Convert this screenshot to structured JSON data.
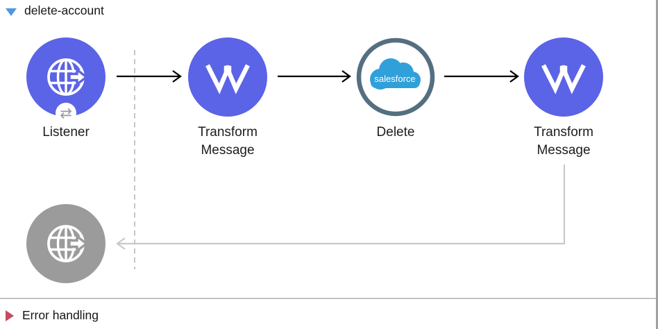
{
  "header": {
    "title": "delete-account",
    "disclosure_state": "expanded"
  },
  "nodes": [
    {
      "label": "Listener",
      "type": "http-listener",
      "badge_glyph": "⇄"
    },
    {
      "label": "Transform Message",
      "type": "transform-message"
    },
    {
      "label": "Delete",
      "type": "salesforce-connector",
      "logo_text": "salesforce"
    },
    {
      "label": "Transform Message",
      "type": "transform-message"
    },
    {
      "label": "",
      "type": "http-listener-response-disabled"
    }
  ],
  "error_handling": {
    "title": "Error handling",
    "disclosure_state": "collapsed"
  },
  "colors": {
    "node_purple": "#5b63e6",
    "node_gray": "#9b9b9b",
    "salesforce_blue": "#30a0da",
    "salesforce_ring": "#546f7f",
    "flow_disclosure_blue": "#4d96e8",
    "error_disclosure_red": "#c44a5f",
    "wire_black": "#000000",
    "wire_gray": "#c9c9c9",
    "scope_dash_gray": "#c6c6c6"
  }
}
